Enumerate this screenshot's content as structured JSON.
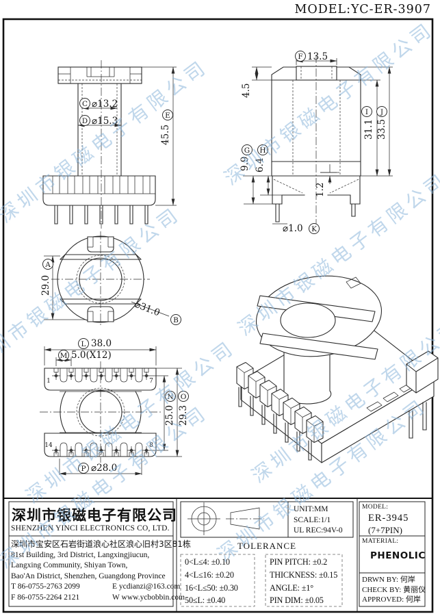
{
  "header": {
    "model": "MODEL:YC-ER-3907"
  },
  "watermark": {
    "text": "深圳市银磁电子有限公司",
    "color": "rgba(141,182,219,0.55)"
  },
  "dims": {
    "a": {
      "letter": "A",
      "value": "29.0"
    },
    "b": {
      "letter": "B",
      "value": "⌀31.0"
    },
    "c": {
      "letter": "C",
      "value": "⌀13.2"
    },
    "d": {
      "letter": "D",
      "value": "⌀15.3"
    },
    "e": {
      "letter": "E",
      "value": "45.5"
    },
    "f": {
      "letter": "F",
      "value": "13.5"
    },
    "g": {
      "letter": "G",
      "value": "9.9"
    },
    "h": {
      "letter": "H",
      "value": "6.4"
    },
    "i": {
      "letter": "I",
      "value": "31.1"
    },
    "j": {
      "letter": "J",
      "value": "33.5"
    },
    "k": {
      "letter": "K",
      "value": "⌀1.0"
    },
    "l": {
      "letter": "L",
      "value": "38.0"
    },
    "m": {
      "letter": "M",
      "value": "5.0(X12)"
    },
    "n": {
      "letter": "N",
      "value": "25.0"
    },
    "o": {
      "letter": "O",
      "value": "29.3"
    },
    "p": {
      "letter": "P",
      "value": "⌀28.0"
    },
    "flange_thickness": "4.5",
    "step": "1.2"
  },
  "pin_labels": {
    "p1": "1",
    "p7": "7",
    "p14": "14",
    "p8": "8"
  },
  "title_block": {
    "company": {
      "name_cn": "深圳市银磁电子有限公司",
      "name_en": "SHENZHEN YINCI ELECTRONICS CO, LTD.",
      "address_cn": "深圳市宝安区石岩街道浪心社区浪心旧村3区81栋",
      "address_en1": "81st Building, 3rd District, Langxingjiucun,",
      "address_en2": "Langxing Community, Shiyan Town,",
      "address_en3": "Bao'An District, Shenzhen, Guangdong Province",
      "tel": "T 86-0755-2763 2099",
      "email": "E ycdianzi@163.com",
      "fax": "F 86-0755-2264 2121",
      "web": "W www.ycbobbin.com"
    },
    "spec": {
      "unit": "UNIT:MM",
      "scale": "SCALE:1/1",
      "ul": "UL REC:94V-0"
    },
    "tolerance": {
      "header": "TOLERANCE",
      "left": [
        "0<L≤4: ±0.10",
        "4<L≤16: ±0.20",
        "16<L≤50: ±0.30",
        "50≤L: ±0.40"
      ],
      "right": [
        "PIN PITCH: ±0.2",
        "THICKNESS: ±0.15",
        "ANGLE: ±1°",
        "PIN DIM: ±0.05"
      ]
    },
    "model_label": "MODEL:",
    "model": "ER-3945",
    "pins": "(7+7PIN)",
    "material_label": "MATERIAL:",
    "material": "PHENOLIC",
    "drawn": "DRWN BY: 何岸",
    "check": "CHECK BY: 黄丽仪",
    "approved": "APPROVED: 何岸"
  }
}
